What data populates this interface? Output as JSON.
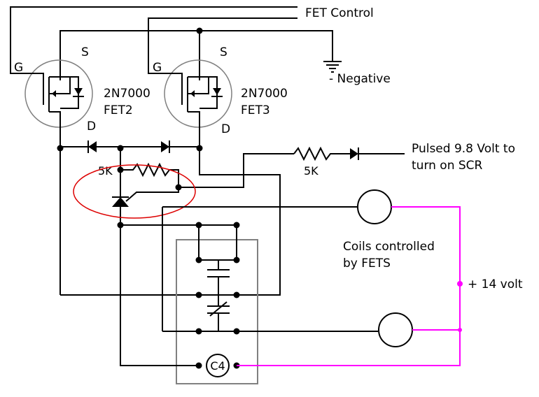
{
  "labels": {
    "fet_control": "FET Control",
    "negative": "- Negative",
    "fet2_gate": "G",
    "fet2_source": "S",
    "fet2_drain": "D",
    "fet2_part": "2N7000",
    "fet2_name": "FET2",
    "fet3_gate": "G",
    "fet3_source": "S",
    "fet3_drain": "D",
    "fet3_part": "2N7000",
    "fet3_name": "FET3",
    "resistor_gate": "5K",
    "resistor_pulse": "5K",
    "pulse_line1": "Pulsed 9.8 Volt to",
    "pulse_line2": "turn on SCR",
    "coils_line1": "Coils controlled",
    "coils_line2": "by FETS",
    "plus14": "+ 14 volt",
    "c4": "C4"
  },
  "colors": {
    "wire": "#000000",
    "supply_wire": "#ff00ff",
    "highlight_ellipse": "#dd0000",
    "box_outline": "#808080",
    "fet_circle": "#808080"
  }
}
